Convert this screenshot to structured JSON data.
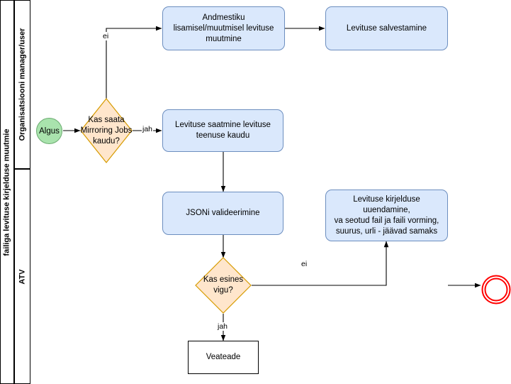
{
  "diagram": {
    "title": "failiga levituse kirjelduse muutmie",
    "type": "flowchart",
    "background_color": "#ffffff",
    "palette": {
      "process_fill": "#dae8fc",
      "process_stroke": "#6c8ebf",
      "decision_fill": "#ffe6cc",
      "decision_stroke": "#d79b00",
      "start_fill": "#a9e3ad",
      "start_stroke": "#6aab6f",
      "end_stroke": "#ff0000",
      "plain_fill": "#ffffff",
      "plain_stroke": "#000000",
      "edge_stroke": "#000000"
    }
  },
  "lanes": {
    "outer_label": "failiga levituse kirjelduse muutmie",
    "rows": [
      {
        "label": "Organisatsiooni manager/user"
      },
      {
        "label": "ATV"
      }
    ]
  },
  "nodes": {
    "start": {
      "label": "Algus",
      "shape": "circle"
    },
    "decision_mirroring": {
      "label_lines": [
        "Kas saata",
        "Mirroring Jobs",
        "kaudu?"
      ],
      "shape": "diamond"
    },
    "proc_dataset_change": {
      "label_lines": [
        "Andmestiku",
        "lisamisel/muutmisel levituse",
        "muutmine"
      ],
      "shape": "process"
    },
    "proc_save_distribution": {
      "label_lines": [
        "Levituse salvestamine"
      ],
      "shape": "process"
    },
    "proc_send_via_service": {
      "label_lines": [
        "Levituse saatmine levituse",
        "teenuse kaudu"
      ],
      "shape": "process"
    },
    "proc_json_validation": {
      "label_lines": [
        "JSONi valideerimine"
      ],
      "shape": "process"
    },
    "proc_update_description": {
      "label_lines": [
        "Levituse kirjelduse",
        "uuendamine,",
        "va seotud fail ja faili vorming,",
        "suurus, urli - jäävad samaks"
      ],
      "shape": "process"
    },
    "decision_error": {
      "label_lines": [
        "Kas esines",
        "vigu?"
      ],
      "shape": "diamond"
    },
    "proc_error_message": {
      "label_lines": [
        "Veateade"
      ],
      "shape": "process-plain"
    },
    "end": {
      "label": "",
      "shape": "end-double-circle"
    }
  },
  "edge_labels": {
    "mirroring_no": "ei",
    "mirroring_yes": "jah",
    "error_no": "ei",
    "error_yes": "jah"
  }
}
